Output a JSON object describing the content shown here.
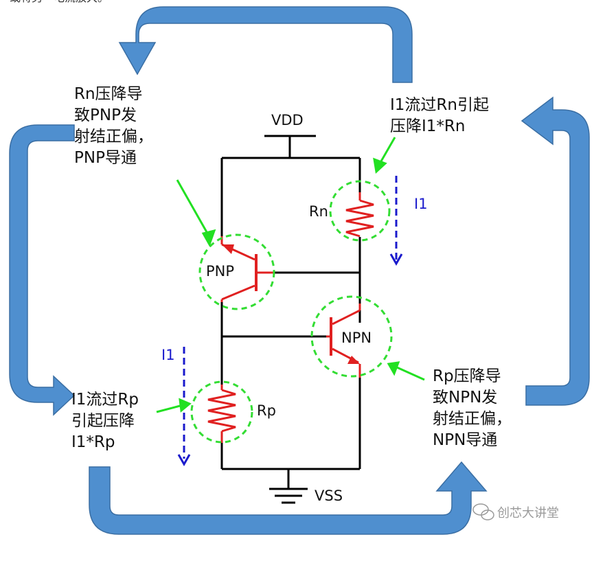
{
  "header_fragment": "或将另一电流放大。",
  "labels": {
    "top_left": [
      "Rn压降导",
      "致PNP发",
      "射结正偏，",
      "PNP导通"
    ],
    "top_right": [
      "I1流过Rn引起",
      "压降I1*Rn"
    ],
    "bottom_left": [
      "I1流过Rp",
      "引起压降",
      "I1*Rp"
    ],
    "bottom_right": [
      "Rp压降导",
      "致NPN发",
      "射结正偏，",
      "NPN导通"
    ]
  },
  "components": {
    "vdd": "VDD",
    "vss": "VSS",
    "rn": "Rn",
    "rp": "Rp",
    "pnp": "PNP",
    "npn": "NPN",
    "current_top": "I1",
    "current_bottom": "I1"
  },
  "watermark": "创芯大讲堂",
  "colors": {
    "loop_arrow": "#4f8fcf",
    "loop_arrow_edge": "#3a6ea3",
    "wire": "#000000",
    "device": "#e02020",
    "highlight_circle": "#33dd33",
    "pointer": "#22e022",
    "current_arrow": "#1a1acc"
  },
  "icons": [
    "wechat-icon"
  ]
}
